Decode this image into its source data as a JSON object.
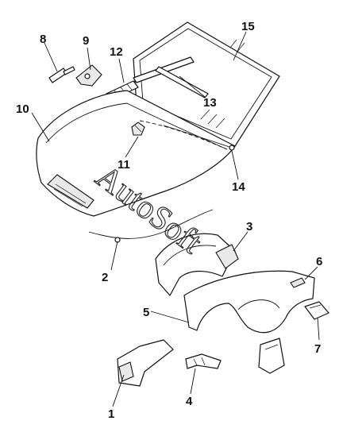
{
  "watermark": "AutoSoft",
  "callouts": [
    "1",
    "2",
    "3",
    "4",
    "5",
    "6",
    "7",
    "8",
    "9",
    "10",
    "11",
    "12",
    "13",
    "14",
    "15"
  ],
  "colors": {
    "line": "#111111",
    "background": "#ffffff",
    "shade": "#e9e9e9"
  }
}
